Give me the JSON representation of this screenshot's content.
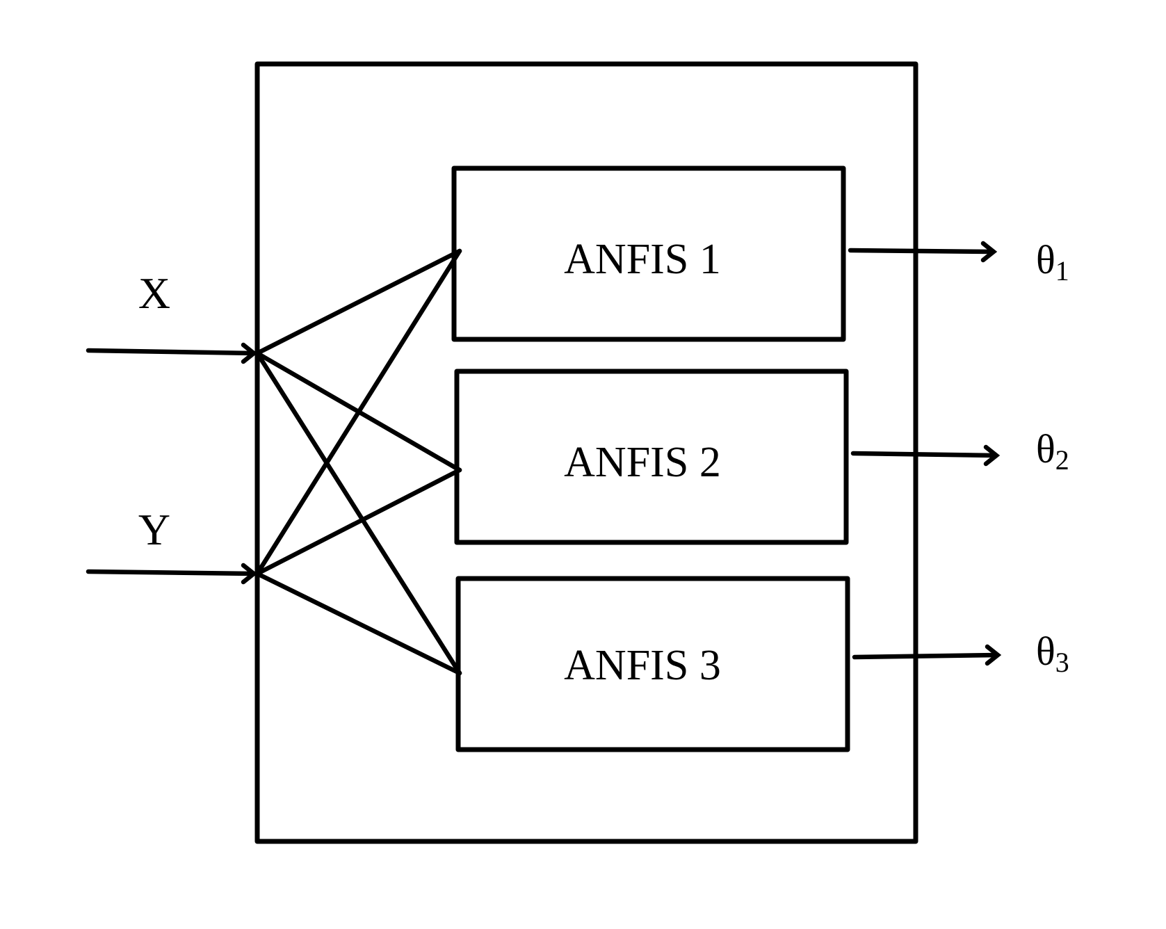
{
  "inputs": [
    {
      "label": "X"
    },
    {
      "label": "Y"
    }
  ],
  "blocks": [
    {
      "label": "ANFIS 1"
    },
    {
      "label": "ANFIS 2"
    },
    {
      "label": "ANFIS 3"
    }
  ],
  "outputs": [
    {
      "symbol": "θ",
      "subscript": "1"
    },
    {
      "symbol": "θ",
      "subscript": "2"
    },
    {
      "symbol": "θ",
      "subscript": "3"
    }
  ],
  "colors": {
    "stroke": "#000000",
    "background": "#ffffff"
  }
}
